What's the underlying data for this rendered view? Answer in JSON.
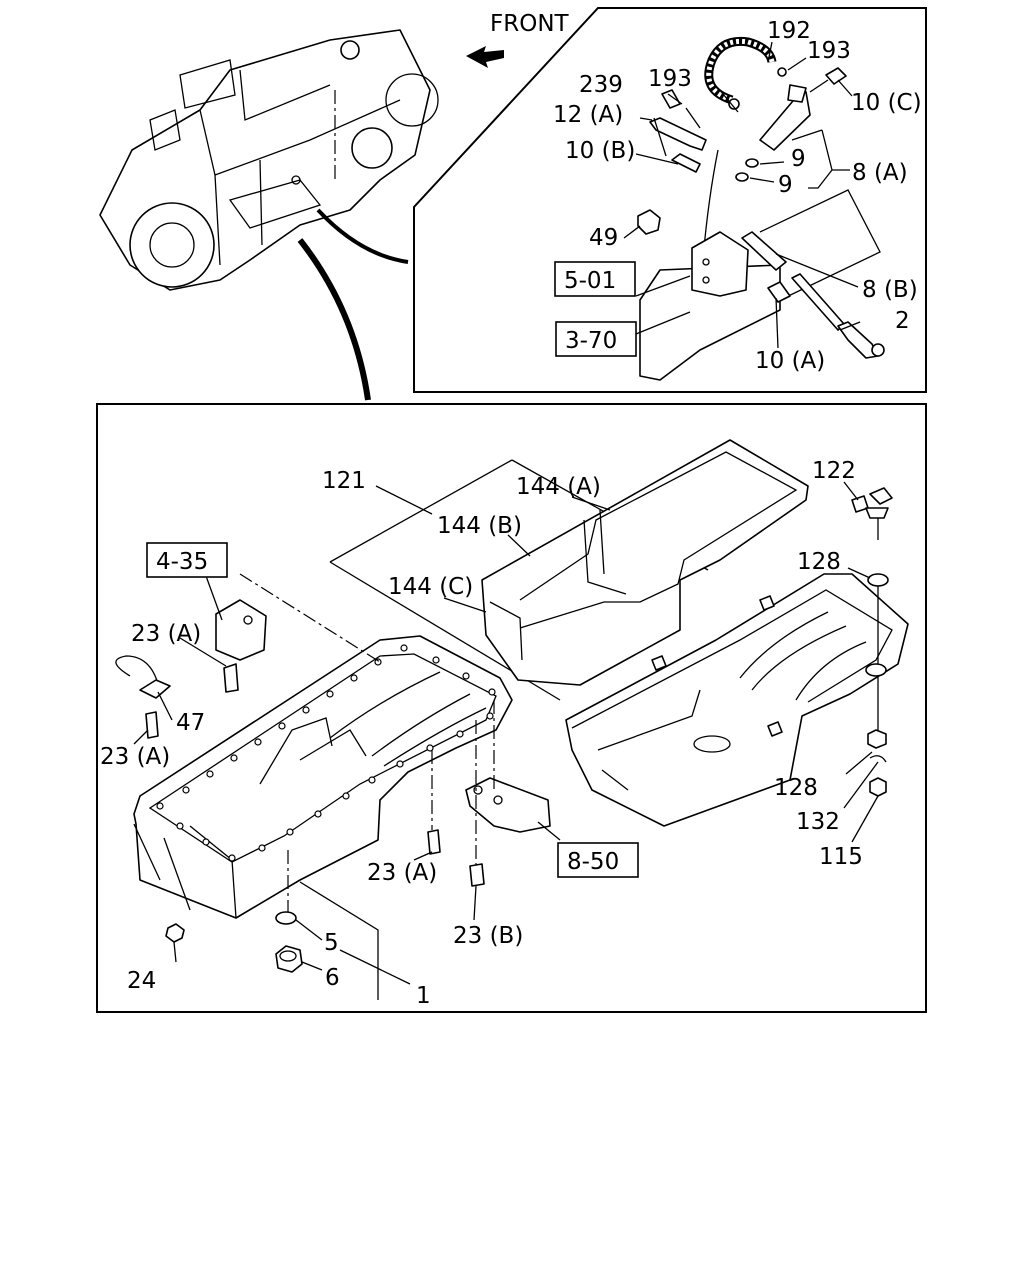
{
  "header": {
    "front_label": "FRONT"
  },
  "callouts": {
    "c192": "192",
    "c193a": "193",
    "c239": "239",
    "c193b": "193",
    "c12a": "12 (A)",
    "c10c": "10 (C)",
    "c10b": "10 (B)",
    "c9a": "9",
    "c9b": "9",
    "c8a": "8 (A)",
    "c49": "49",
    "c8b": "8 (B)",
    "c2": "2",
    "c10a": "10 (A)",
    "c121": "121",
    "c144a": "144 (A)",
    "c144b": "144 (B)",
    "c144c": "144 (C)",
    "c122": "122",
    "c128a": "128",
    "c23a1": "23 (A)",
    "c47": "47",
    "c23a2": "23 (A)",
    "c128b": "128",
    "c132": "132",
    "c115": "115",
    "c23a3": "23 (A)",
    "c23b": "23 (B)",
    "c5": "5",
    "c6": "6",
    "c1": "1",
    "c24": "24"
  },
  "references": {
    "r501": "5-01",
    "r370": "3-70",
    "r435": "4-35",
    "r850": "8-50"
  }
}
